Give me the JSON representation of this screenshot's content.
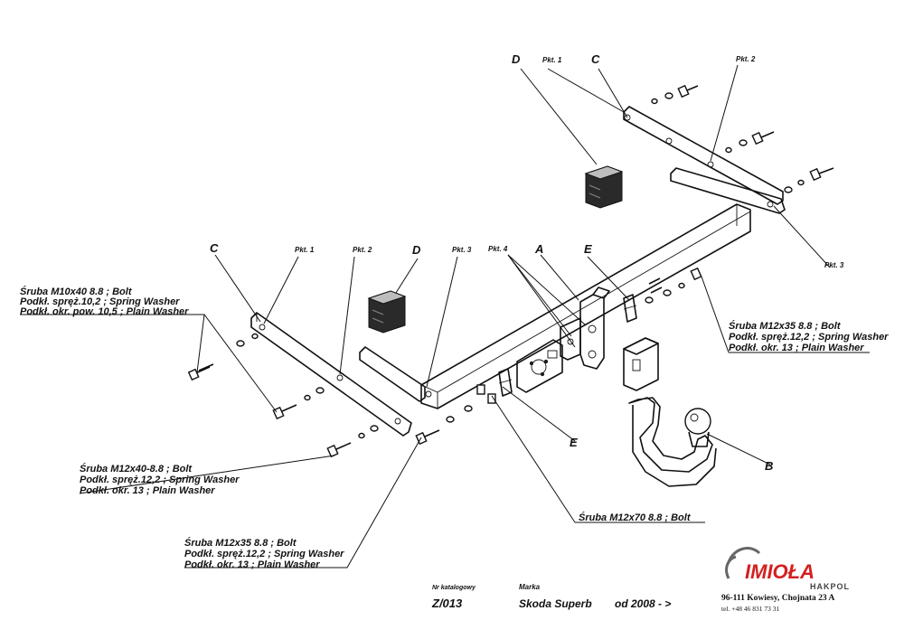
{
  "callouts": {
    "pkt1": "Pkt. 1",
    "pkt2": "Pkt. 2",
    "pkt3": "Pkt. 3",
    "pkt4": "Pkt. 4",
    "A": "A",
    "B": "B",
    "C": "C",
    "D": "D",
    "E": "E"
  },
  "specs": {
    "left_top": {
      "line1": "Śruba M10x40  8.8 ;  Bolt",
      "line2": "Podkł. spręż.10,2 ; Spring Washer",
      "line3": "Podkł. okr. pow. 10,5 ; Plain Washer"
    },
    "left_middle": {
      "line1": "Śruba M12x40-8.8 ;  Bolt",
      "line2": "Podkł. spręż.12,2 ; Spring Washer",
      "line3": "Podkł. okr. 13 ; Plain Washer"
    },
    "left_bottom": {
      "line1": "Śruba M12x35 8.8 ;  Bolt",
      "line2": "Podkł. spręż.12,2 ; Spring Washer",
      "line3": "Podkł. okr. 13 ; Plain Washer"
    },
    "right": {
      "line1": "Śruba M12x35 8.8 ;  Bolt",
      "line2": "Podkł. spręż.12,2 ; Spring Washer",
      "line3": "Podkł. okr. 13 ; Plain Washer"
    },
    "center_bottom": "Śruba M12x70 8.8 ;  Bolt"
  },
  "title_block": {
    "catalog_label": "Nr katalogowy",
    "catalog_number": "Z/013",
    "brand_label": "Marka",
    "brand": "Skoda Superb",
    "year": "od 2008 - >"
  },
  "logo": {
    "name": "IMIOŁA",
    "sub": "HAKPOL",
    "address": "96-111 Kowiesy, Chojnata 23 A",
    "phone": "tel. +48 46 831 73 31"
  },
  "colors": {
    "ink": "#111111",
    "logo_red": "#d42020",
    "logo_grey": "#666666"
  }
}
